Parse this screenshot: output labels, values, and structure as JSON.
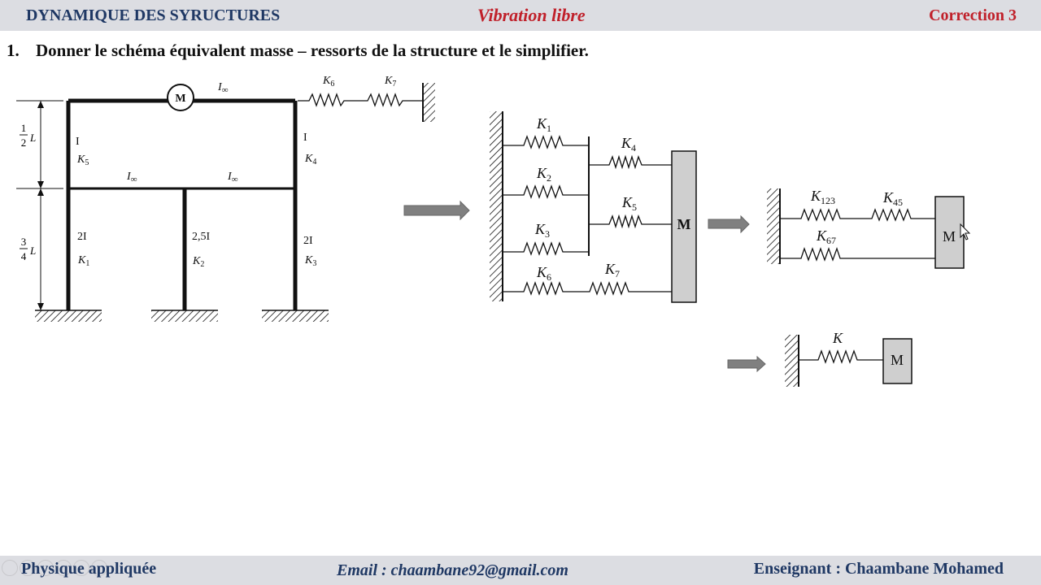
{
  "header": {
    "course": "DYNAMIQUE DES SYRUCTURES",
    "topic": "Vibration libre",
    "correction": "Correction 3"
  },
  "question": {
    "number": "1.",
    "text": "Donner le schéma équivalent masse – ressorts de la structure et le simplifier."
  },
  "frame": {
    "mass_label": "M",
    "beam_top_label": "I",
    "beam_top_sub": "∞",
    "beam_mid_left_label": "I",
    "beam_mid_left_sub": "∞",
    "beam_mid_right_label": "I",
    "beam_mid_right_sub": "∞",
    "col_upper_left_inertia": "I",
    "col_upper_right_inertia": "I",
    "col_lower_left_inertia": "2I",
    "col_mid_inertia": "2,5I",
    "col_lower_right_inertia": "2I",
    "dim_upper_num": "1",
    "dim_upper_den": "2",
    "dim_lower_num": "3",
    "dim_lower_den": "4",
    "dim_var": "L"
  },
  "springs": {
    "k_letter": "K",
    "k1": "1",
    "k2": "2",
    "k3": "3",
    "k4": "4",
    "k5": "5",
    "k6": "6",
    "k7": "7",
    "k123": "123",
    "k45": "45",
    "k67": "67"
  },
  "model": {
    "mass_label": "M",
    "reduced_mass_label": "M",
    "final_mass_label": "M",
    "final_spring_label": "K"
  },
  "footer": {
    "subject": "Physique appliquée",
    "email": "Email : chaambane92@gmail.com",
    "teacher": "Enseignant : Chaambane Mohamed"
  }
}
